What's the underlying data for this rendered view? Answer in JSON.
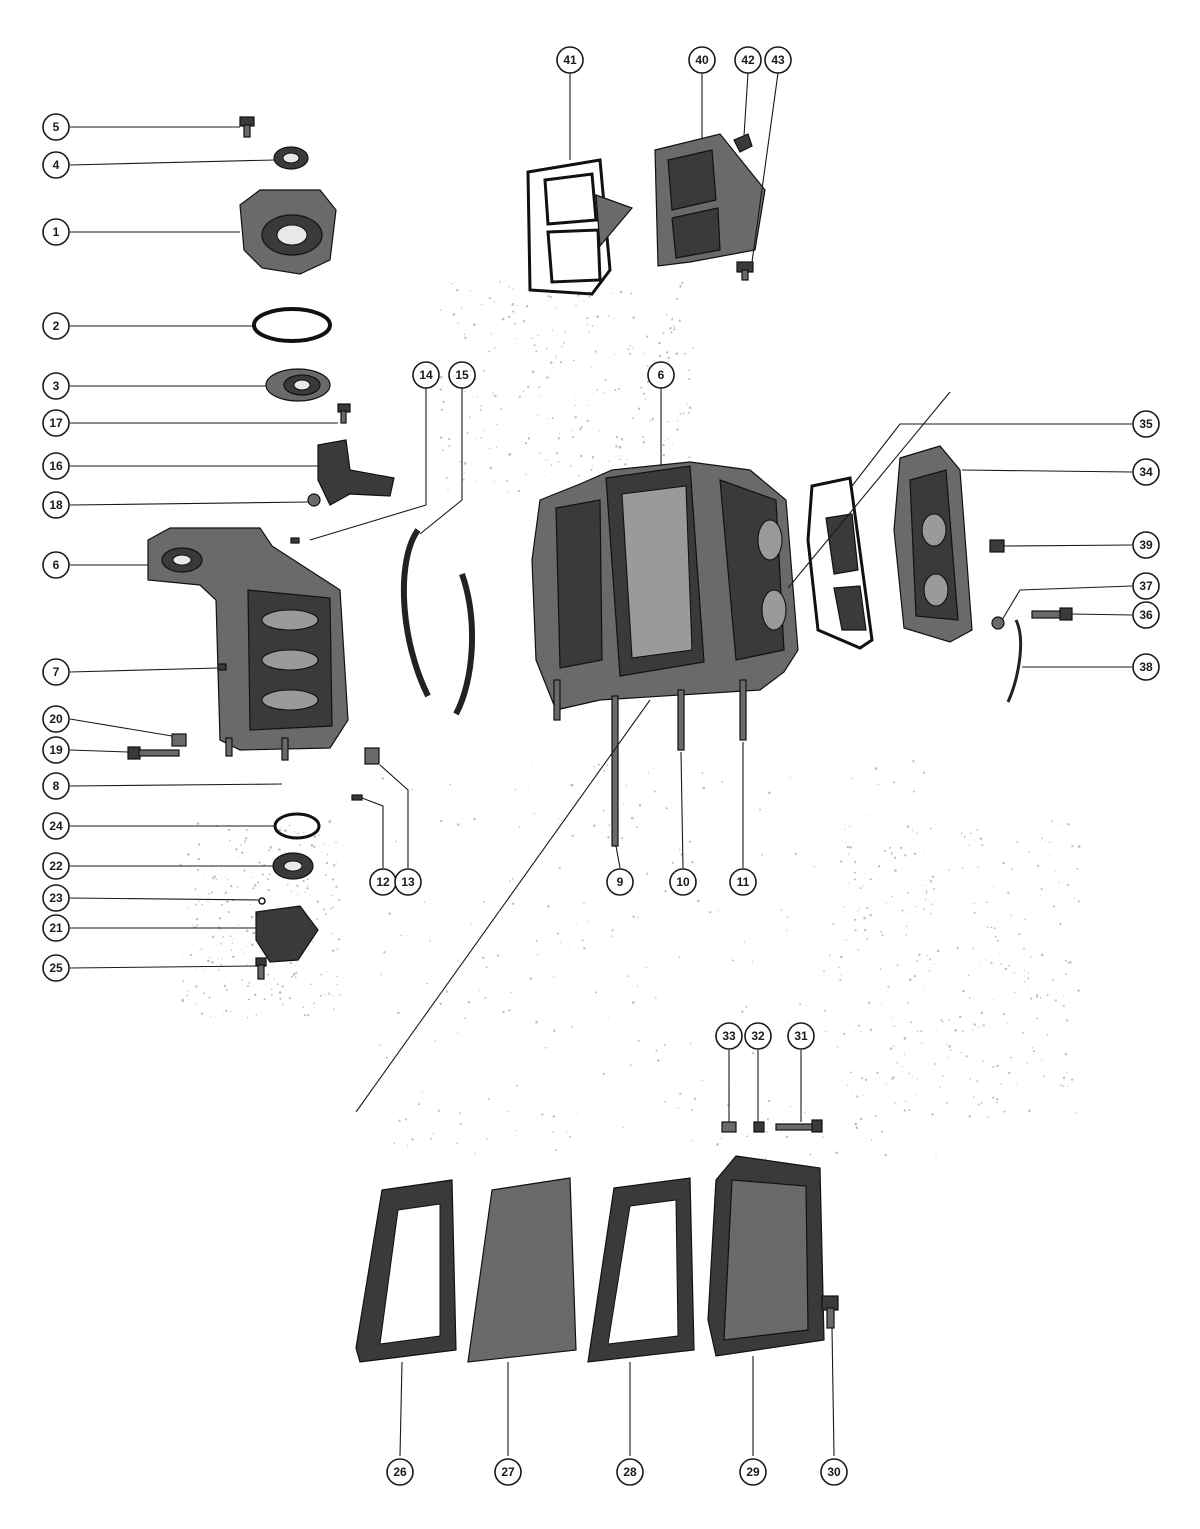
{
  "callouts": [
    {
      "id": "c41",
      "label": "41"
    },
    {
      "id": "c40",
      "label": "40"
    },
    {
      "id": "c42",
      "label": "42"
    },
    {
      "id": "c43",
      "label": "43"
    },
    {
      "id": "c5",
      "label": "5"
    },
    {
      "id": "c4",
      "label": "4"
    },
    {
      "id": "c1",
      "label": "1"
    },
    {
      "id": "c2",
      "label": "2"
    },
    {
      "id": "c3",
      "label": "3"
    },
    {
      "id": "c17",
      "label": "17"
    },
    {
      "id": "c16",
      "label": "16"
    },
    {
      "id": "c18",
      "label": "18"
    },
    {
      "id": "c6a",
      "label": "6"
    },
    {
      "id": "c7",
      "label": "7"
    },
    {
      "id": "c20",
      "label": "20"
    },
    {
      "id": "c19",
      "label": "19"
    },
    {
      "id": "c8",
      "label": "8"
    },
    {
      "id": "c24",
      "label": "24"
    },
    {
      "id": "c22",
      "label": "22"
    },
    {
      "id": "c23",
      "label": "23"
    },
    {
      "id": "c21",
      "label": "21"
    },
    {
      "id": "c25",
      "label": "25"
    },
    {
      "id": "c14",
      "label": "14"
    },
    {
      "id": "c15",
      "label": "15"
    },
    {
      "id": "c12",
      "label": "12"
    },
    {
      "id": "c13",
      "label": "13"
    },
    {
      "id": "c6b",
      "label": "6"
    },
    {
      "id": "c9",
      "label": "9"
    },
    {
      "id": "c10",
      "label": "10"
    },
    {
      "id": "c11",
      "label": "11"
    },
    {
      "id": "c35",
      "label": "35"
    },
    {
      "id": "c34",
      "label": "34"
    },
    {
      "id": "c39",
      "label": "39"
    },
    {
      "id": "c37",
      "label": "37"
    },
    {
      "id": "c36",
      "label": "36"
    },
    {
      "id": "c38",
      "label": "38"
    },
    {
      "id": "c33",
      "label": "33"
    },
    {
      "id": "c32",
      "label": "32"
    },
    {
      "id": "c31",
      "label": "31"
    },
    {
      "id": "c26",
      "label": "26"
    },
    {
      "id": "c27",
      "label": "27"
    },
    {
      "id": "c28",
      "label": "28"
    },
    {
      "id": "c29",
      "label": "29"
    },
    {
      "id": "c30",
      "label": "30"
    }
  ]
}
